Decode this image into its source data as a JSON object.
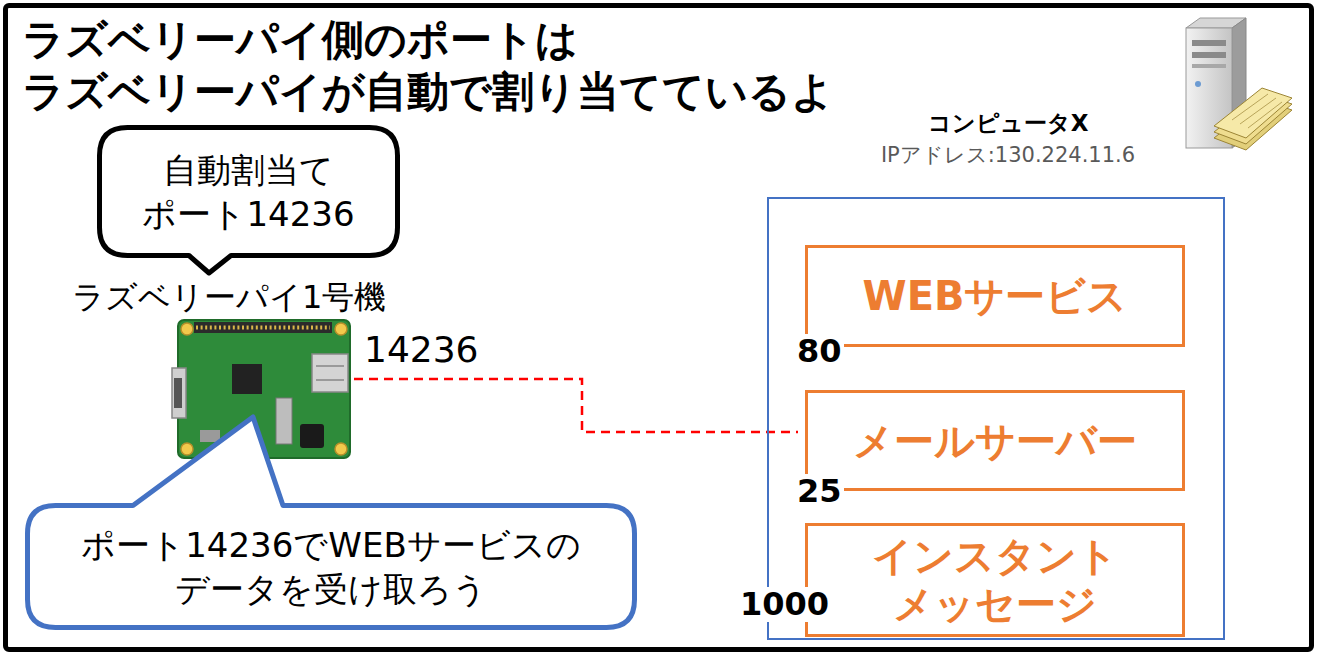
{
  "diagram": {
    "title": "ラズベリーパイ側のポートは ラズベリーパイが自動で割り当てているよ",
    "nodes": [
      {
        "text": [
          "自動割当て ポート14236"
        ]
      },
      {
        "text": [
          "コンピュータX",
          "IPアドレス:130.224.11.6"
        ]
      },
      {
        "text": [
          "WEBサービス"
        ],
        "in": 1
      },
      {
        "text": [
          "メールサーバー"
        ],
        "in": 1
      },
      {
        "text": [
          "インスタント メッセージ"
        ],
        "in": 1
      },
      {
        "text": [
          "ポート14236でWEBサービスの データを受け取ろう"
        ]
      }
    ],
    "labels": [
      "ラズベリーパイ1号機",
      "14236",
      "80",
      "25",
      "1000"
    ]
  }
}
